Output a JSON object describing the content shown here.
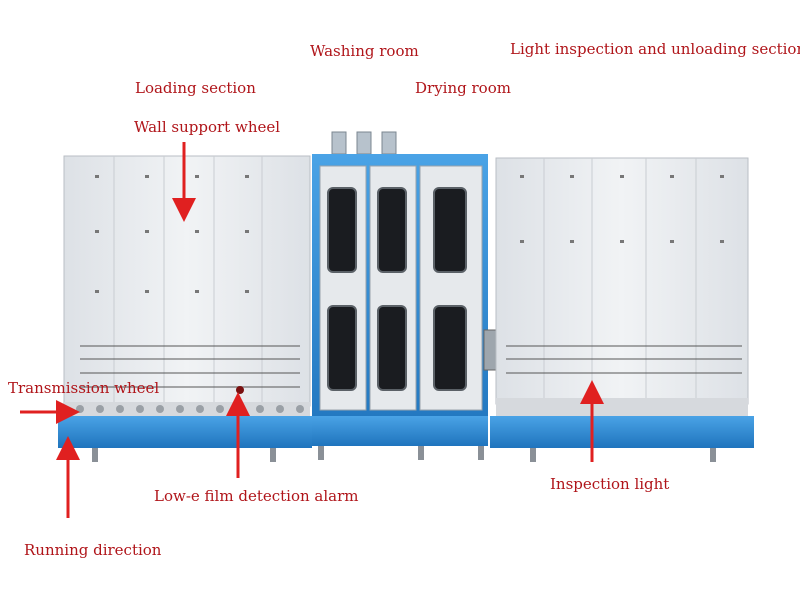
{
  "labels": {
    "washing_room": "Washing room",
    "light_inspection": "Light inspection and unloading section",
    "loading_section": "Loading section",
    "drying_room": "Drying room",
    "wall_support_wheel": "Wall support wheel",
    "transmission_wheel": "Transmission wheel",
    "lowe_alarm": "Low-e film detection alarm",
    "inspection_light": "Inspection light",
    "running_direction": "Running direction"
  },
  "colors": {
    "label_text": "#b0151a",
    "arrow": "#e02020",
    "frame_blue": "#2f8bd4",
    "panel_grey": "#e9ecef",
    "panel_line": "#c9cdd2",
    "window_dark": "#1a1c20"
  }
}
